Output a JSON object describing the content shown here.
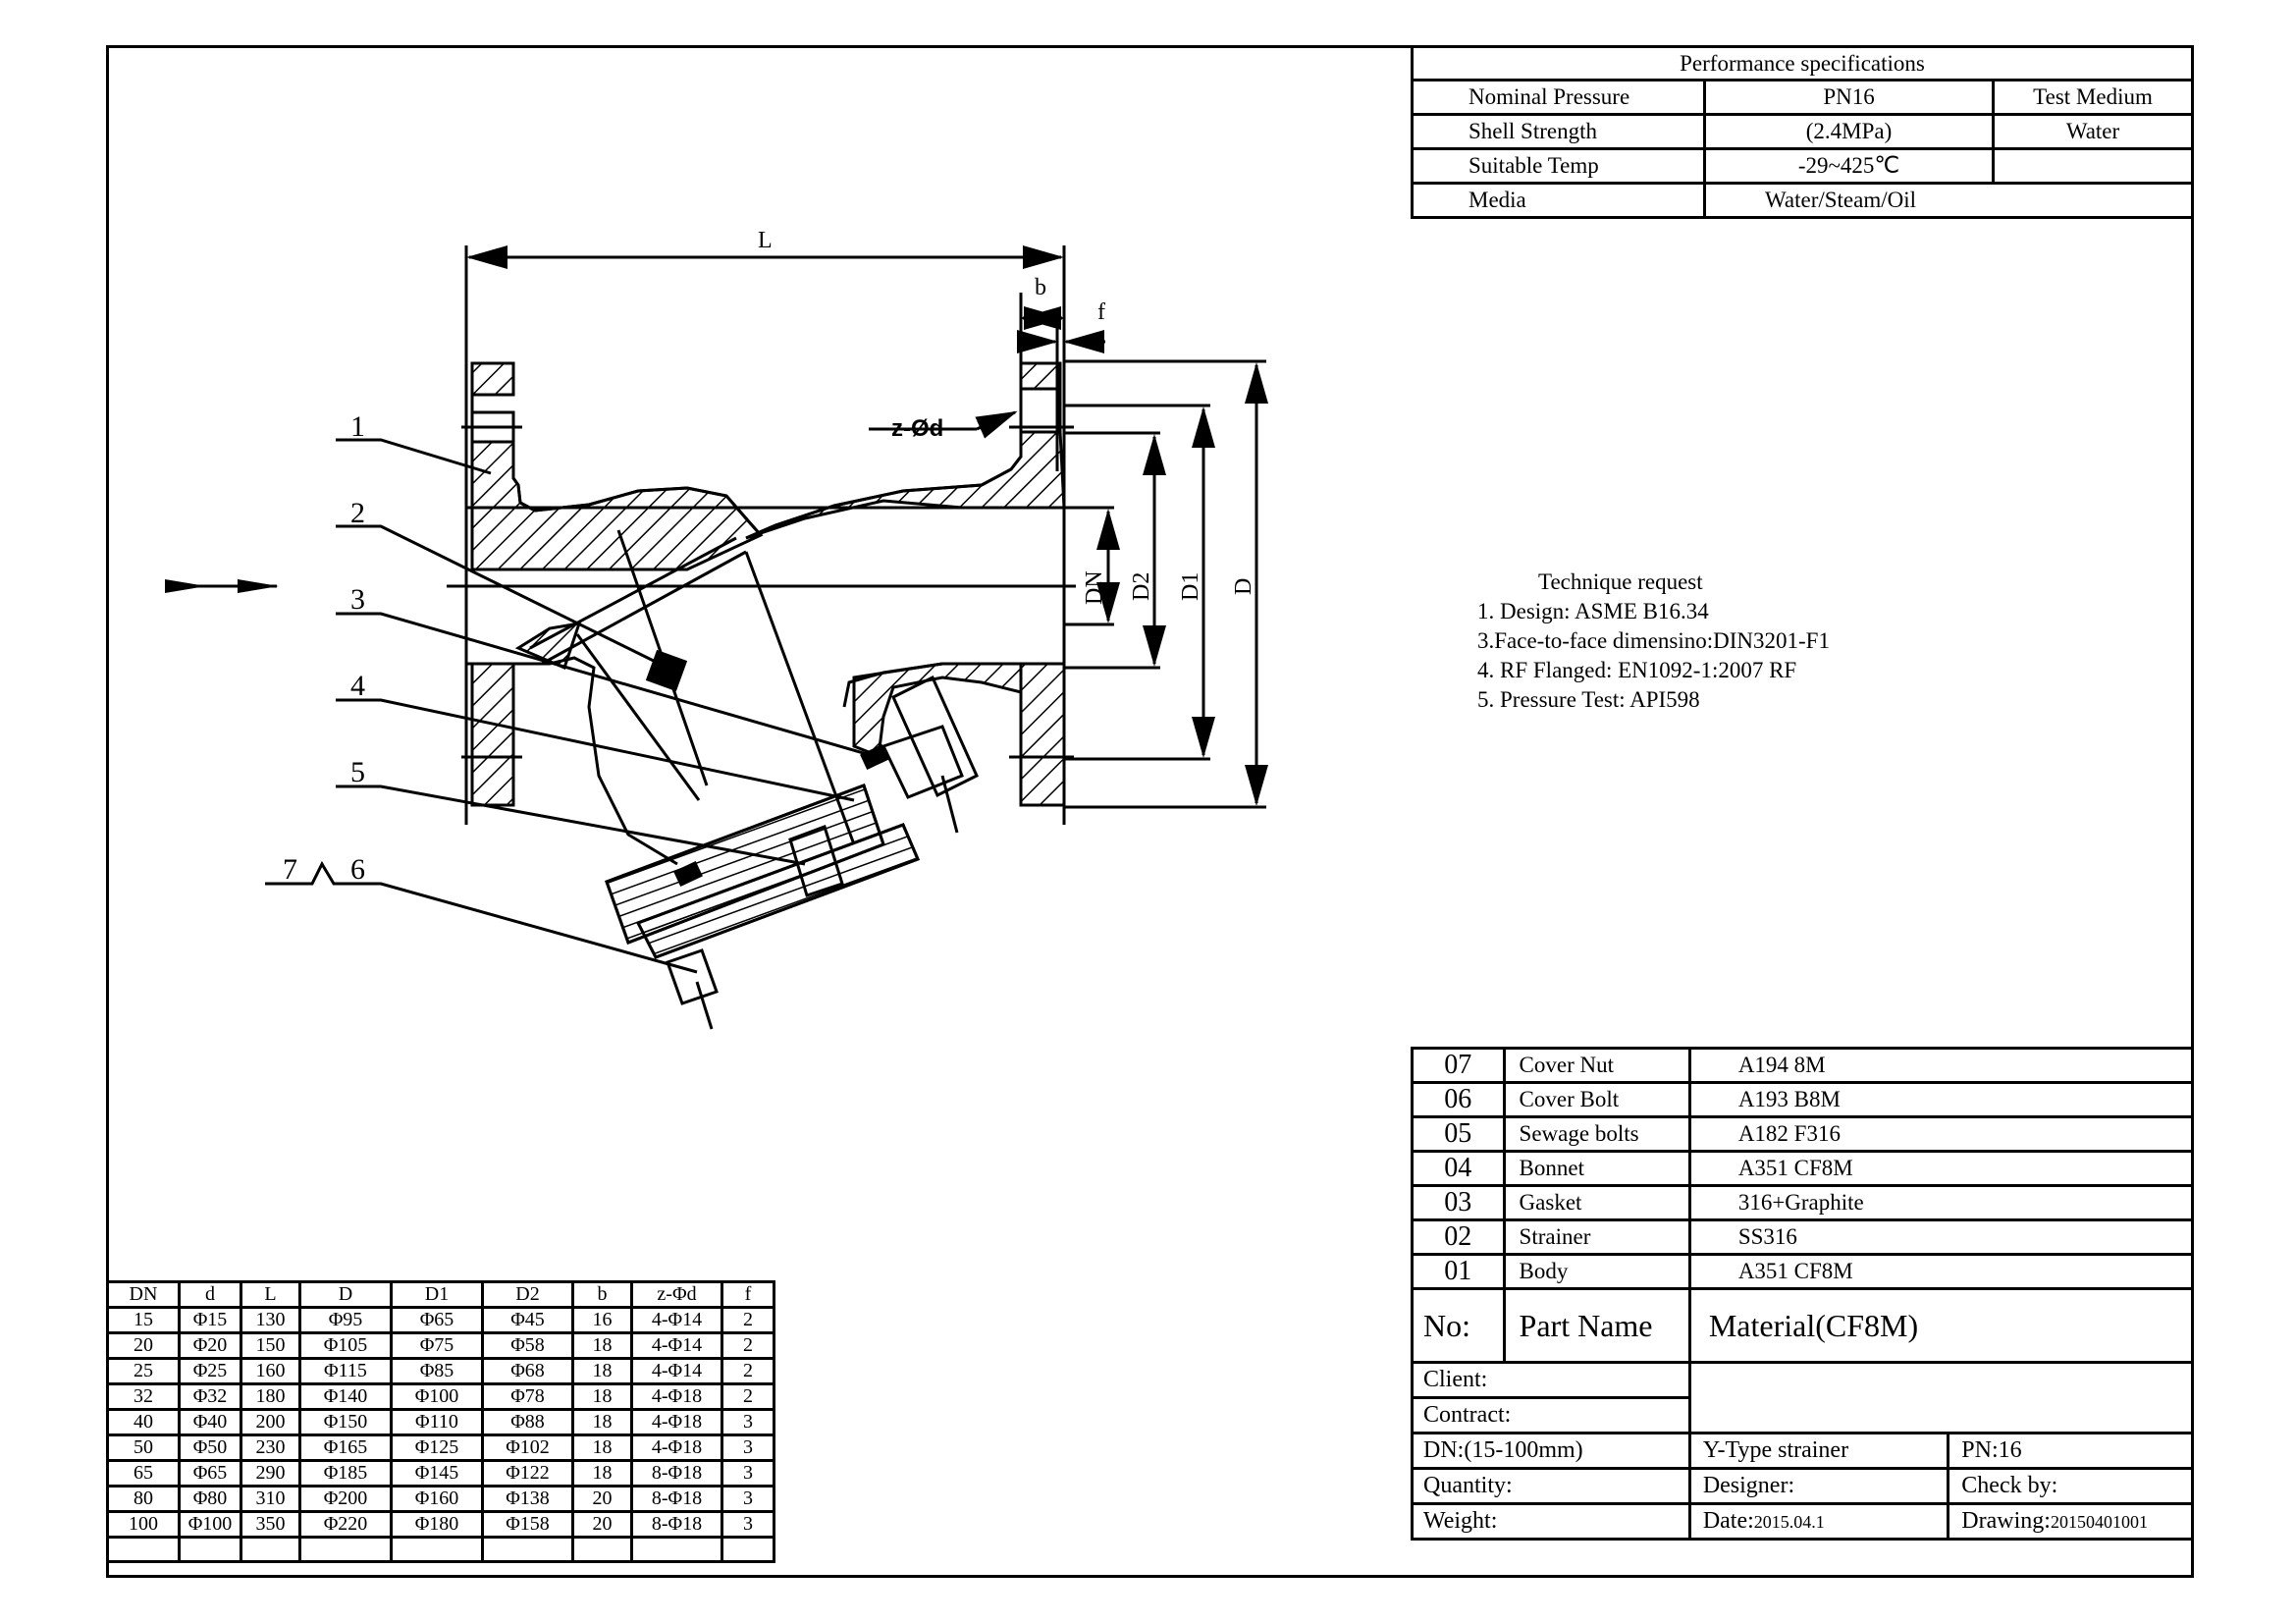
{
  "drawing": {
    "title": "Y-Type strainer",
    "dimension_labels": {
      "L": "L",
      "b": "b",
      "f": "f",
      "zd": "z-Ød",
      "DN": "DN",
      "D2": "D2",
      "D1": "D1",
      "D": "D"
    },
    "callouts": [
      "1",
      "2",
      "3",
      "4",
      "5",
      "6",
      "7"
    ],
    "flow_direction_icon": "arrow-right-icon"
  },
  "performance_specifications": {
    "title": "Performance specifications",
    "rows": [
      {
        "label": "Nominal Pressure",
        "value": "PN16",
        "extra": "Test Medium"
      },
      {
        "label": "Shell Strength",
        "value": "(2.4MPa)",
        "extra": "Water"
      },
      {
        "label": "Suitable Temp",
        "value": "-29~425℃",
        "extra": ""
      },
      {
        "label": "Media",
        "value": "Water/Steam/Oil"
      }
    ]
  },
  "technique_request": {
    "title": "Technique request",
    "items": [
      "1. Design: ASME B16.34",
      "3.Face-to-face dimensino:DIN3201-F1",
      "4. RF Flanged: EN1092-1:2007 RF",
      "5. Pressure Test: API598"
    ]
  },
  "parts_list": {
    "rows": [
      {
        "no": "07",
        "name": "Cover Nut",
        "material": "A194 8M"
      },
      {
        "no": "06",
        "name": "Cover Bolt",
        "material": "A193 B8M"
      },
      {
        "no": "05",
        "name": "Sewage bolts",
        "material": "A182 F316"
      },
      {
        "no": "04",
        "name": "Bonnet",
        "material": "A351 CF8M"
      },
      {
        "no": "03",
        "name": "Gasket",
        "material": "316+Graphite"
      },
      {
        "no": "02",
        "name": "Strainer",
        "material": "SS316"
      },
      {
        "no": "01",
        "name": "Body",
        "material": "A351 CF8M"
      }
    ],
    "header": {
      "no": "No:",
      "name": "Part Name",
      "material": "Material(CF8M)"
    }
  },
  "title_block": {
    "client": "Client:",
    "contract": "Contract:",
    "dn": "DN:(15-100mm)",
    "product": "Y-Type strainer",
    "pn": "PN:16",
    "quantity": "Quantity:",
    "designer": "Designer:",
    "check_by": "Check by:",
    "weight": "Weight:",
    "date_label": "Date:",
    "date": "2015.04.1",
    "drawing_label": "Drawing:",
    "drawing_no": "20150401001"
  },
  "dimensions_table": {
    "headers": [
      "DN",
      "d",
      "L",
      "D",
      "D1",
      "D2",
      "b",
      "z-Φd",
      "f"
    ],
    "rows": [
      [
        "15",
        "Φ15",
        "130",
        "Φ95",
        "Φ65",
        "Φ45",
        "16",
        "4-Φ14",
        "2"
      ],
      [
        "20",
        "Φ20",
        "150",
        "Φ105",
        "Φ75",
        "Φ58",
        "18",
        "4-Φ14",
        "2"
      ],
      [
        "25",
        "Φ25",
        "160",
        "Φ115",
        "Φ85",
        "Φ68",
        "18",
        "4-Φ14",
        "2"
      ],
      [
        "32",
        "Φ32",
        "180",
        "Φ140",
        "Φ100",
        "Φ78",
        "18",
        "4-Φ18",
        "2"
      ],
      [
        "40",
        "Φ40",
        "200",
        "Φ150",
        "Φ110",
        "Φ88",
        "18",
        "4-Φ18",
        "3"
      ],
      [
        "50",
        "Φ50",
        "230",
        "Φ165",
        "Φ125",
        "Φ102",
        "18",
        "4-Φ18",
        "3"
      ],
      [
        "65",
        "Φ65",
        "290",
        "Φ185",
        "Φ145",
        "Φ122",
        "18",
        "8-Φ18",
        "3"
      ],
      [
        "80",
        "Φ80",
        "310",
        "Φ200",
        "Φ160",
        "Φ138",
        "20",
        "8-Φ18",
        "3"
      ],
      [
        "100",
        "Φ100",
        "350",
        "Φ220",
        "Φ180",
        "Φ158",
        "20",
        "8-Φ18",
        "3"
      ],
      [
        "",
        "",
        "",
        "",
        "",
        "",
        "",
        "",
        ""
      ]
    ]
  }
}
